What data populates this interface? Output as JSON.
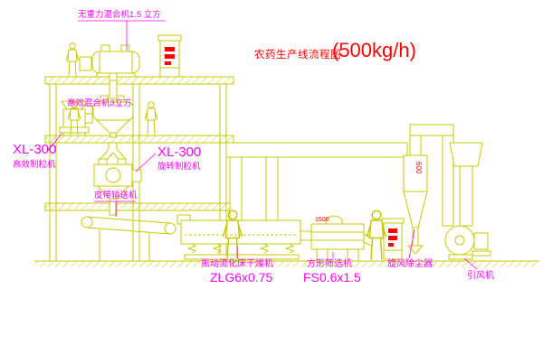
{
  "title": {
    "main": "农药生产线流程图",
    "capacity": "(500kg/h)"
  },
  "equipment_labels": {
    "top_mixer": "无重力混合机1.5 立方",
    "high_efficiency_mixer": "高效混合机3立方",
    "left_granulator_model": "XL-300",
    "left_granulator_name": "高效制粒机",
    "rotary_granulator_model": "XL-300",
    "rotary_granulator_name": "旋转制粒机",
    "belt_conveyor": "皮带输送机",
    "fluid_bed_dryer_name": "振动流化床干燥机",
    "fluid_bed_dryer_model": "ZLG6x0.75",
    "square_sieve_name": "方形筛选机",
    "square_sieve_model": "FS0.6x1.5",
    "cyclone_name": "旋风除尘器",
    "fan_name": "引风机"
  },
  "dimensions": {
    "cyclone_diameter": "600",
    "sieve_length": "1500"
  },
  "colors": {
    "line": "#c9c900",
    "label": "#ff00ff",
    "title": "#ff0000",
    "background": "#ffffff"
  }
}
